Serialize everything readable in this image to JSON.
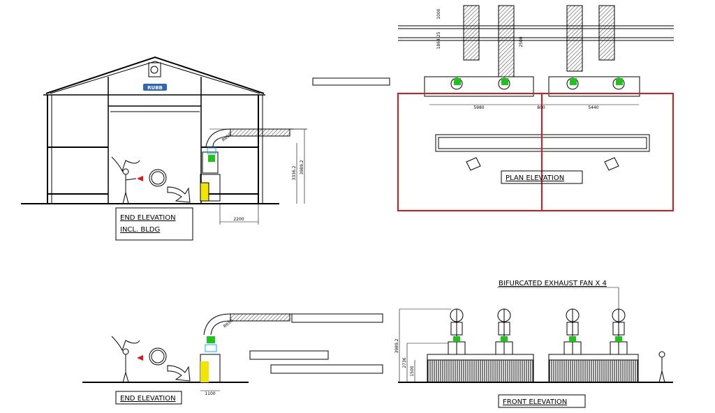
{
  "labels": {
    "end_elevation_bldg_line1": "END ELEVATION",
    "end_elevation_bldg_line2": "INCL. BLDG",
    "plan_elevation": "PLAN ELEVATION",
    "end_elevation": "END ELEVATION",
    "front_elevation": "FRONT ELEVATION",
    "bifurcated": "BIFURCATED EXHAUST FAN X 4",
    "logo": "RUBB"
  },
  "dims": {
    "d3336": "3336.2",
    "d3989": "3989.2",
    "d2200": "2200",
    "d1000": "1000",
    "d1864": "1864.25",
    "d2500": "2500",
    "d5980": "5980",
    "d800": "800",
    "d5440": "5440",
    "d1100": "1100",
    "d3989b": "3989.2",
    "d2736": "2736",
    "d1500": "1500",
    "bend": "R650",
    "bend2": "R650"
  },
  "colors": {
    "line": "#000000",
    "building_red": "#e0161b",
    "fan_green": "#22c21d",
    "cabinet_yellow": "#f2e600",
    "duct_cyan": "#00b7e8",
    "arrow_red": "#e0161b"
  }
}
